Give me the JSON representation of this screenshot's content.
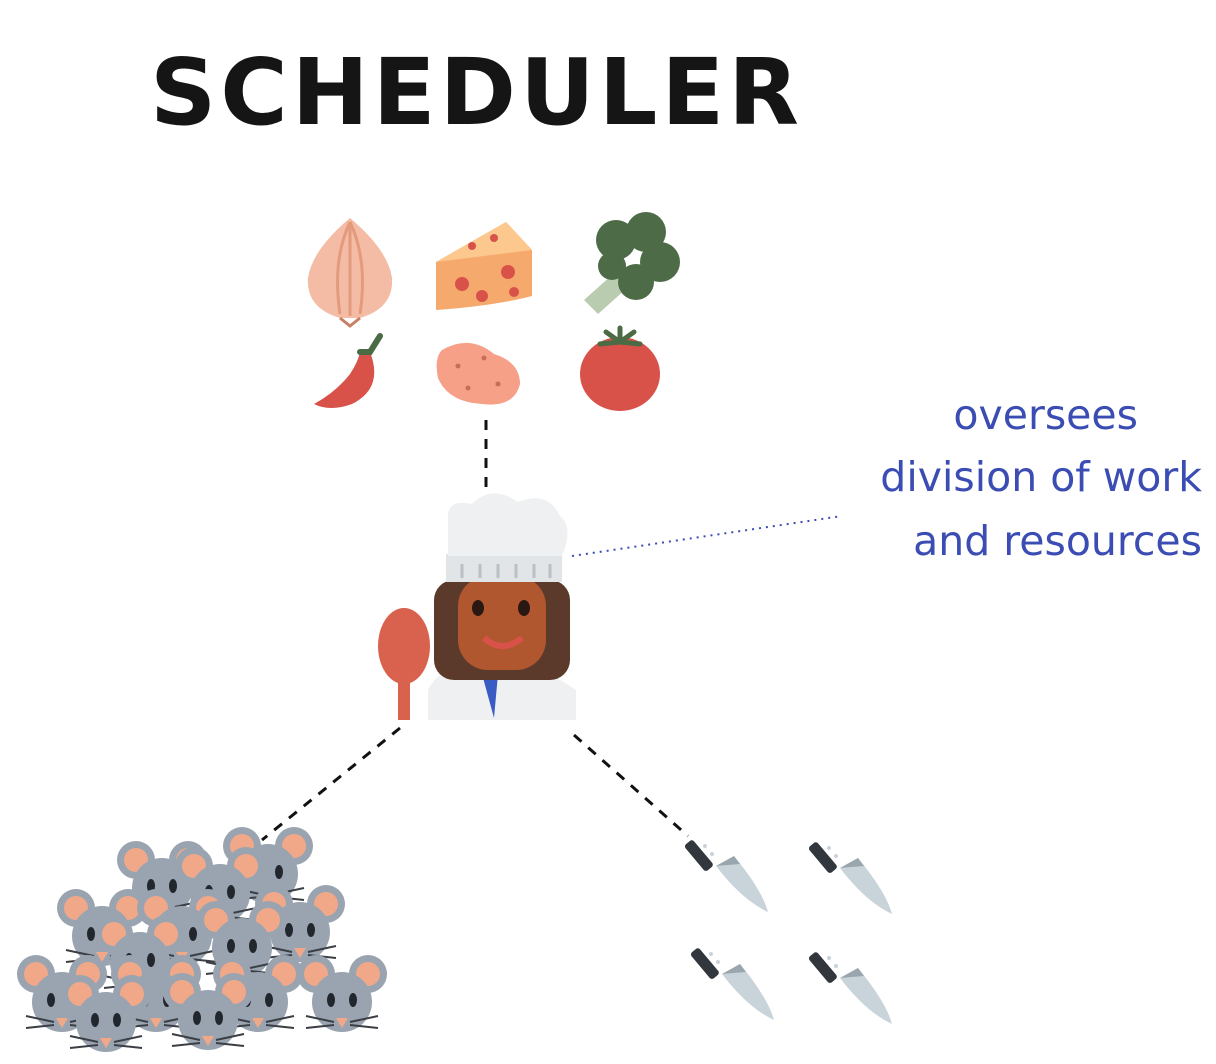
{
  "title": "SCHEDULER",
  "annotation": {
    "lines": [
      "oversees",
      "division of work",
      "and resources"
    ],
    "color": "#3b4db3"
  },
  "icons": {
    "ingredients": [
      "onion-icon",
      "cheese-icon",
      "broccoli-icon",
      "hot-pepper-icon",
      "potato-icon",
      "tomato-icon"
    ],
    "chef": "chef-icon",
    "spoon": "spoon-icon",
    "workers": "mouse-icon",
    "worker_count": 14,
    "tools": "kitchen-knife-icon",
    "tool_count": 4
  },
  "colors": {
    "connector": "#111111",
    "annotation_leader": "#3b4db3",
    "mouse_body": "#99a4b0",
    "mouse_ear": "#f1a889",
    "knife_blade": "#c9d3da"
  }
}
